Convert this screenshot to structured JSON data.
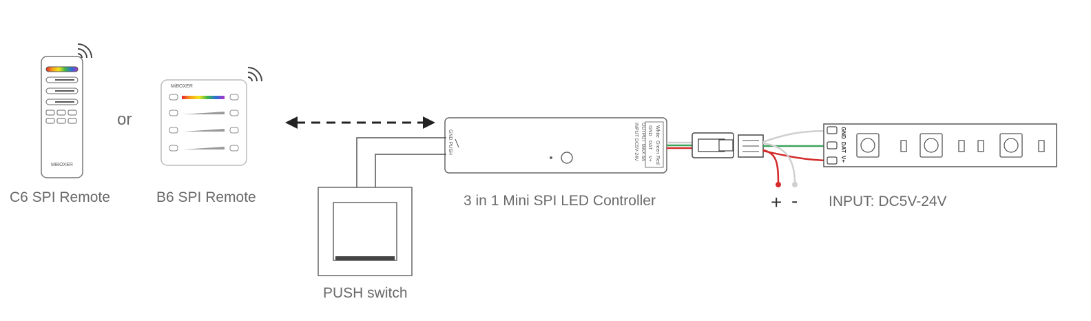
{
  "labels": {
    "c6_remote": "C6 SPI Remote",
    "b6_remote": "B6 SPI Remote",
    "or_word": "or",
    "controller": "3 in 1 Mini SPI LED Controller",
    "push_switch": "PUSH switch",
    "strip_input": "INPUT: DC5V-24V",
    "plus": "+",
    "minus": "-"
  },
  "controller_markings": {
    "input_rating": "INPUT DC5V-24V",
    "output_rating": "OUTPUT MAX 6A",
    "push_terminal": "GND PUSH",
    "wire_labels": [
      "GND",
      "DAT",
      "V+"
    ],
    "wire_colors_text": [
      "White",
      "Green",
      "Red"
    ]
  },
  "strip_pins": [
    "GND",
    "DAT",
    "V+"
  ],
  "remote_brand": "MiBOXER",
  "wire_colors": {
    "positive": "#d42a2a",
    "data": "#3aa35a",
    "ground": "#cfcfcf",
    "line": "#6b6b6b"
  }
}
